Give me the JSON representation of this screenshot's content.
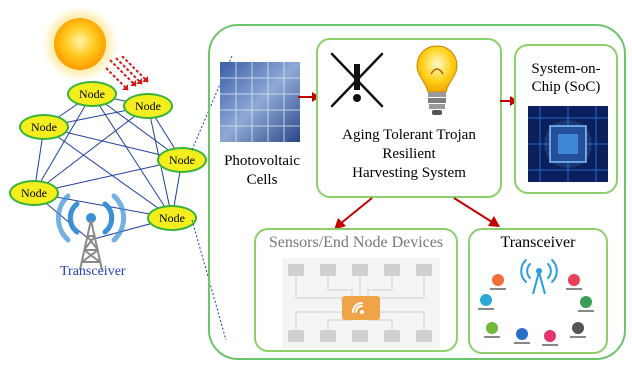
{
  "network": {
    "node_label": "Node",
    "transceiver_label": "Transceiver"
  },
  "harvesting_system": {
    "label_line1": "Aging Tolerant Trojan",
    "label_line2": "Resilient",
    "label_line3": "Harvesting System"
  },
  "photovoltaic": {
    "label_line1": "Photovoltaic",
    "label_line2": "Cells"
  },
  "soc": {
    "label_line1": "System-on-",
    "label_line2": "Chip (SoC)"
  },
  "sensors": {
    "label": "Sensors/End Node Devices"
  },
  "transceiver_box": {
    "label": "Transceiver"
  },
  "colors": {
    "node_fill": "#f5ee1e",
    "node_border": "#3bb33b",
    "box_border": "#6cc46c",
    "arrow": "#c00000",
    "network_lines": "#1f3f9f"
  }
}
